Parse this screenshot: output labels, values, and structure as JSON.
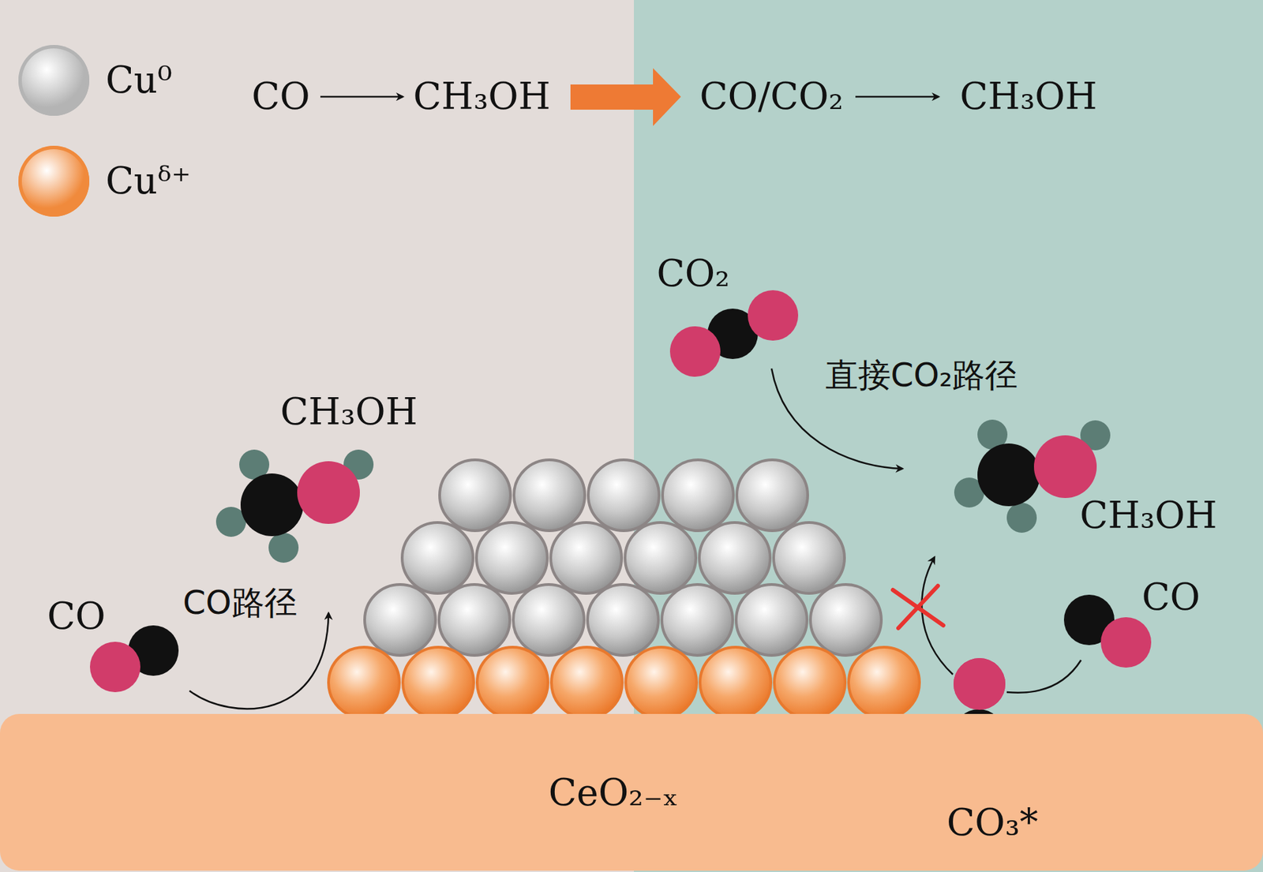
{
  "diagram": {
    "nodes": [
      {
        "text": [
          "CeO₂₋ₓ"
        ]
      }
    ],
    "labels": [
      "CO",
      "CH₃OH",
      "CO/CO₂",
      "CH₃OH",
      "CO₂",
      "直接CO₂路径",
      "CH₃OH",
      "CH₃OH",
      "CO路径",
      "CO",
      "CO",
      "CO₃*"
    ],
    "legend": [
      {
        "text": "Cu⁰",
        "color": "#b4b4b4"
      },
      {
        "text": "Cuᵟ⁺",
        "color": "#f08a3c"
      }
    ]
  }
}
